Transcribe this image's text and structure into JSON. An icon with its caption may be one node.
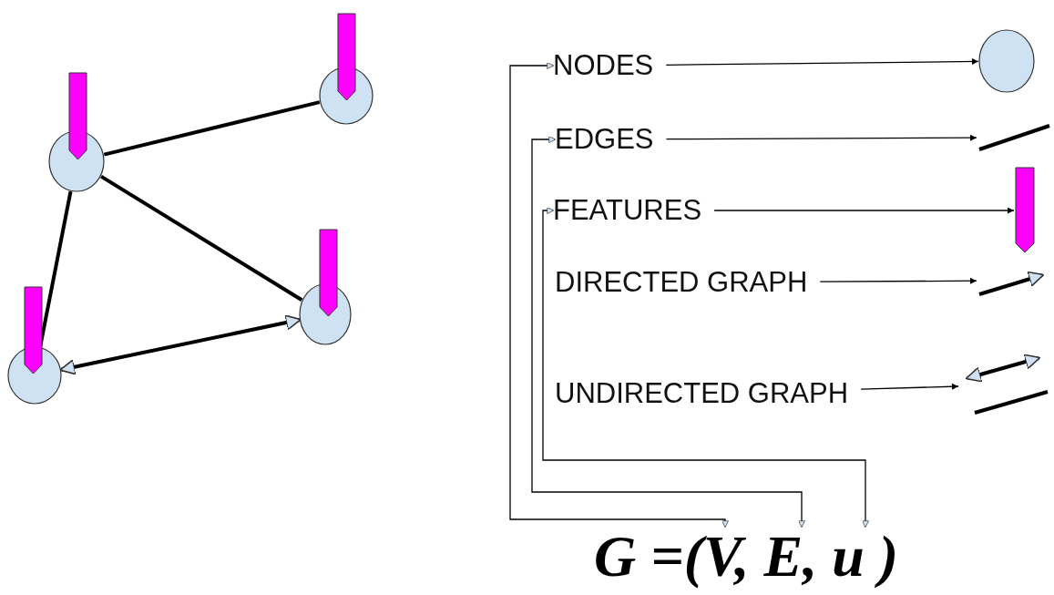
{
  "diagram": {
    "nodes": [
      {
        "text": [],
        "shape": "circle"
      },
      {
        "text": [],
        "shape": "circle"
      },
      {
        "text": [],
        "shape": "circle"
      },
      {
        "text": [],
        "shape": "circle"
      },
      {
        "text": [
          "NODES"
        ]
      },
      {
        "text": [],
        "shape": "circle"
      },
      {
        "text": [
          "EDGES"
        ]
      },
      {
        "text": [],
        "shape": "line"
      },
      {
        "text": [
          "FEATURES"
        ]
      },
      {
        "text": [],
        "shape": "arrow"
      },
      {
        "text": [
          "DIRECTED GRAPH"
        ]
      },
      {
        "text": [],
        "shape": "arrow"
      },
      {
        "text": [
          "UNDIRECTED GRAPH"
        ]
      },
      {
        "text": [],
        "shape": "line"
      },
      {
        "text": [
          "G =(V, E, u )"
        ]
      }
    ],
    "edges": [
      {
        "from": 0,
        "to": 1,
        "arrow": "none",
        "style": "thick"
      },
      {
        "from": 0,
        "to": 2,
        "arrow": "none",
        "style": "thick"
      },
      {
        "from": 0,
        "to": 3,
        "arrow": "none",
        "style": "thick"
      },
      {
        "from": 3,
        "to": 2,
        "arrow": "both",
        "style": "thick"
      },
      {
        "from": 4,
        "to": 5,
        "arrow": "to"
      },
      {
        "from": 6,
        "to": 7,
        "arrow": "to"
      },
      {
        "from": 8,
        "to": 9,
        "arrow": "to"
      },
      {
        "from": 10,
        "to": 11,
        "arrow": "to"
      },
      {
        "from": 12,
        "to": 13,
        "arrow": "to"
      },
      {
        "from": 4,
        "to": 14,
        "arrow": "both"
      },
      {
        "from": 6,
        "to": 14,
        "arrow": "both"
      },
      {
        "from": 8,
        "to": 14,
        "arrow": "both"
      }
    ]
  }
}
